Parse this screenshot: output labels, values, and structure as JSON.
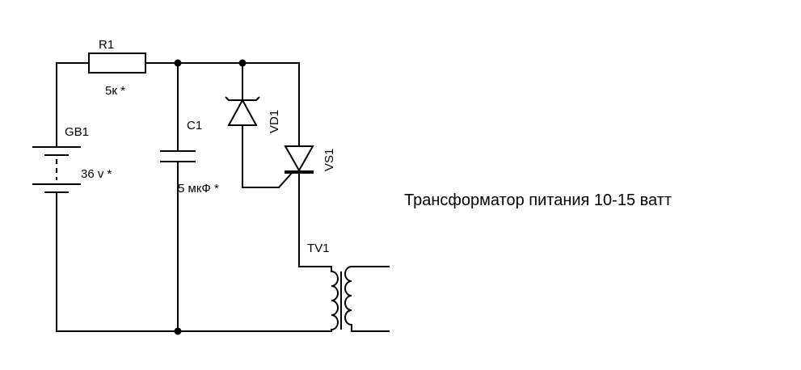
{
  "components": {
    "r1": {
      "ref": "R1",
      "value": "5к *"
    },
    "gb1": {
      "ref": "GB1",
      "value": "36 v *"
    },
    "c1": {
      "ref": "C1",
      "value": "5 мкФ *"
    },
    "vd1": {
      "ref": "VD1"
    },
    "vs1": {
      "ref": "VS1"
    },
    "tv1": {
      "ref": "TV1"
    }
  },
  "note": "Трансформатор питания 10-15 ватт"
}
